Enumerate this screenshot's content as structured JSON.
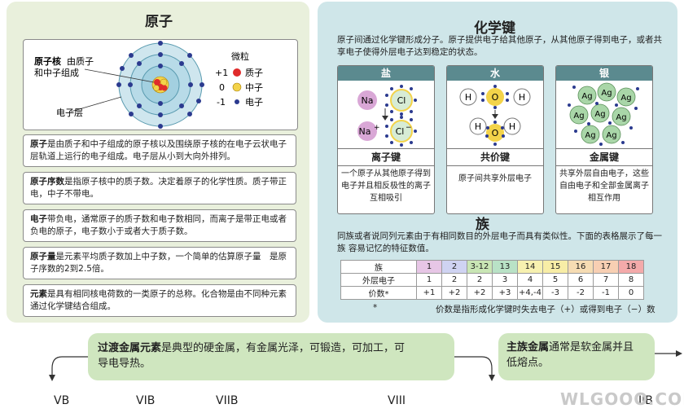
{
  "left": {
    "title": "原子",
    "nucleus_label_bold": "原子核",
    "nucleus_label_rest1": "由质子",
    "nucleus_label_rest2": "和中子组成",
    "shell_label": "电子层",
    "particles": {
      "heading": "微粒",
      "rows": [
        {
          "charge": "+1",
          "name": "质子",
          "color": "#e02b2b"
        },
        {
          "charge": "0",
          "name": "中子",
          "color": "#f3d34a"
        },
        {
          "charge": "-1",
          "name": "电子",
          "color": "#2b3a8f"
        }
      ]
    },
    "boxes": [
      {
        "term": "原子",
        "text": "是由质子和中子组成的原子核以及围绕原子核的在电子云状电子层轨道上运行的电子组成。电子层从小到大向外排列。"
      },
      {
        "term": "原子序数",
        "text": "是指原子核中的质子数。决定着原子的化学性质。质子带正电，中子不带电。"
      },
      {
        "term": "电子",
        "text": "带负电，通常原子的质子数和电子数相同，而离子是带正电或者负电的原子，电子数小于或者大于质子数。"
      },
      {
        "term": "原子量",
        "text": "是元素平均质子数加上中子数，一个简单的估算原子量　是原子序数的2到2.5倍。"
      },
      {
        "term": "元素",
        "text": "是具有相同核电荷数的一类原子的总称。化合物是由不同种元素通过化学键结合组成。"
      }
    ]
  },
  "right": {
    "title": "化学键",
    "intro": "原子间通过化学键形成分子。原子提供电子给其他原子，从其他原子得到电子，或者共享电子使得外层电子达到稳定的状态。",
    "cards": [
      {
        "header": "盐",
        "bond": "离子键",
        "desc": "一个原子从其他原子得到电子并且相反极性的离子互相吸引"
      },
      {
        "header": "水",
        "bond": "共价键",
        "desc": "原子间共享外层电子"
      },
      {
        "header": "银",
        "bond": "金属键",
        "desc": "共享外层自由电子，这些自由电子和全部金属离子相互作用"
      }
    ],
    "salt_symbols": {
      "na": "Na",
      "cl": "Cl",
      "na_ion": "Na",
      "plus": "+",
      "cl_ion": "Cl",
      "minus": "−"
    },
    "water_symbols": {
      "h": "H",
      "o": "O"
    },
    "silver_symbol": "Ag",
    "family_title": "族",
    "family_desc": "同族或者说同列元素由于有相同数目的外层电子而具有类似性。下面的表格展示了每一族 容易记忆的特征数值。",
    "table": {
      "row_labels": [
        "族",
        "外层电子",
        "价数*"
      ],
      "groups": [
        "1",
        "2",
        "3-12",
        "13",
        "14",
        "15",
        "16",
        "17",
        "18"
      ],
      "group_colors": [
        "#e7c6e6",
        "#cfd3f2",
        "#c9e6b5",
        "#b9e2c6",
        "#f7f1b0",
        "#f8eda6",
        "#f6dcb3",
        "#f8cfb3",
        "#f4aaaa"
      ],
      "outer_electrons": [
        "1",
        "2",
        "2",
        "3",
        "4",
        "5",
        "6",
        "7",
        "8"
      ],
      "valence": [
        "+1",
        "+2",
        "+2",
        "+3",
        "+4,-4",
        "-3",
        "-2",
        "-1",
        "0"
      ]
    },
    "footnote_mark": "*",
    "footnote": "价数是指形成化学键时失去电子（+）或得到电子（−）数"
  },
  "bottom": {
    "transition_bold": "过渡金属元素",
    "transition_text1": "是典型的硬金属，有金属光泽，可锻造，可加工，可",
    "transition_text2": "导电导热。",
    "main_bold": "主族金属",
    "main_text1": "通常是软金属并且",
    "main_text2": "低熔点。",
    "group_labels": [
      "VB",
      "VIB",
      "VIIB",
      "VIII",
      "IIB"
    ],
    "watermark": "WLGOOO.COM"
  }
}
